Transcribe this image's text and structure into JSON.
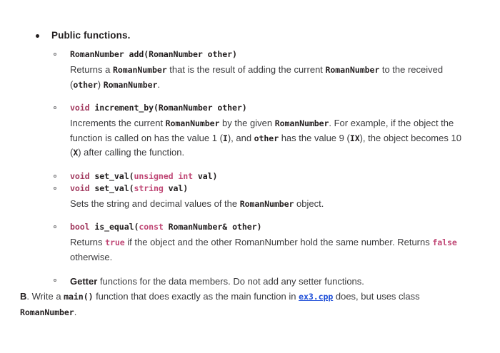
{
  "document": {
    "bullet_glyphs": {
      "level1": "filled-disc",
      "level2": "hollow-circle"
    },
    "colors": {
      "body_text": "#3a3a3c",
      "heading_text": "#231f20",
      "keyword_type": "#a23a5f",
      "keyword_qualifier": "#c04876",
      "link": "#1f4fd8",
      "background": "#ffffff"
    },
    "section": {
      "heading": "Public functions.",
      "functions": [
        {
          "id": "add",
          "signature": {
            "parts": [
              {
                "text": "RomanNumber add(RomanNumber other)",
                "style": "plain"
              }
            ]
          },
          "description": {
            "parts": [
              {
                "text": "Returns a ",
                "style": "prose"
              },
              {
                "text": "RomanNumber",
                "style": "code"
              },
              {
                "text": " that is the result of adding the current ",
                "style": "prose"
              },
              {
                "text": "RomanNumber",
                "style": "code"
              },
              {
                "text": " to the received (",
                "style": "prose"
              },
              {
                "text": "other",
                "style": "code"
              },
              {
                "text": ") ",
                "style": "prose"
              },
              {
                "text": "RomanNumber",
                "style": "code"
              },
              {
                "text": ".",
                "style": "prose"
              }
            ]
          }
        },
        {
          "id": "increment_by",
          "signature": {
            "parts": [
              {
                "text": "void",
                "style": "kw-type"
              },
              {
                "text": " increment_by(RomanNumber other)",
                "style": "plain"
              }
            ]
          },
          "description": {
            "parts": [
              {
                "text": "Increments the current ",
                "style": "prose"
              },
              {
                "text": "RomanNumber",
                "style": "code"
              },
              {
                "text": " by the given ",
                "style": "prose"
              },
              {
                "text": "RomanNumber",
                "style": "code"
              },
              {
                "text": ". For example, if the object the function is called on has the value 1 (",
                "style": "prose"
              },
              {
                "text": "I",
                "style": "code"
              },
              {
                "text": "), and ",
                "style": "prose"
              },
              {
                "text": "other",
                "style": "code"
              },
              {
                "text": " has the value 9 (",
                "style": "prose"
              },
              {
                "text": "IX",
                "style": "code"
              },
              {
                "text": "), the object becomes 10 (",
                "style": "prose"
              },
              {
                "text": "X",
                "style": "code"
              },
              {
                "text": ") after calling the function.",
                "style": "prose"
              }
            ]
          }
        },
        {
          "id": "set_val_unsigned_int",
          "signature": {
            "parts": [
              {
                "text": "void",
                "style": "kw-type"
              },
              {
                "text": " set_val(",
                "style": "plain"
              },
              {
                "text": "unsigned int",
                "style": "kw-qual"
              },
              {
                "text": " val)",
                "style": "plain"
              }
            ]
          },
          "description": null
        },
        {
          "id": "set_val_string",
          "signature": {
            "parts": [
              {
                "text": "void",
                "style": "kw-type"
              },
              {
                "text": " set_val(",
                "style": "plain"
              },
              {
                "text": "string",
                "style": "kw-qual"
              },
              {
                "text": " val)",
                "style": "plain"
              }
            ]
          },
          "description": {
            "parts": [
              {
                "text": "Sets the string and decimal values of the ",
                "style": "prose"
              },
              {
                "text": "RomanNumber",
                "style": "code"
              },
              {
                "text": " object.",
                "style": "prose"
              }
            ]
          }
        },
        {
          "id": "is_equal",
          "signature": {
            "parts": [
              {
                "text": "bool",
                "style": "kw-type"
              },
              {
                "text": " is_equal(",
                "style": "plain"
              },
              {
                "text": "const",
                "style": "kw-qual"
              },
              {
                "text": " RomanNumber& other)",
                "style": "plain"
              }
            ]
          },
          "description": {
            "parts": [
              {
                "text": "Returns ",
                "style": "prose"
              },
              {
                "text": "true",
                "style": "code-lit"
              },
              {
                "text": " if the object and the other RomanNumber hold the same number. Returns ",
                "style": "prose"
              },
              {
                "text": "false",
                "style": "code-lit"
              },
              {
                "text": " otherwise.",
                "style": "prose"
              }
            ]
          }
        },
        {
          "id": "getters",
          "signature": null,
          "description": {
            "parts": [
              {
                "text": "Getter",
                "style": "strong"
              },
              {
                "text": " functions for the data members. Do not add any setter functions.",
                "style": "prose"
              }
            ]
          }
        }
      ]
    },
    "tail_paragraph": {
      "parts": [
        {
          "text": "B",
          "style": "bold-letter"
        },
        {
          "text": ". Write a ",
          "style": "prose"
        },
        {
          "text": "main()",
          "style": "code"
        },
        {
          "text": " function that does exactly as the main function in ",
          "style": "prose"
        },
        {
          "text": "ex3.cpp",
          "style": "link"
        },
        {
          "text": " does, but uses class ",
          "style": "prose"
        },
        {
          "text": "RomanNumber",
          "style": "code"
        },
        {
          "text": ".",
          "style": "prose"
        }
      ]
    }
  }
}
